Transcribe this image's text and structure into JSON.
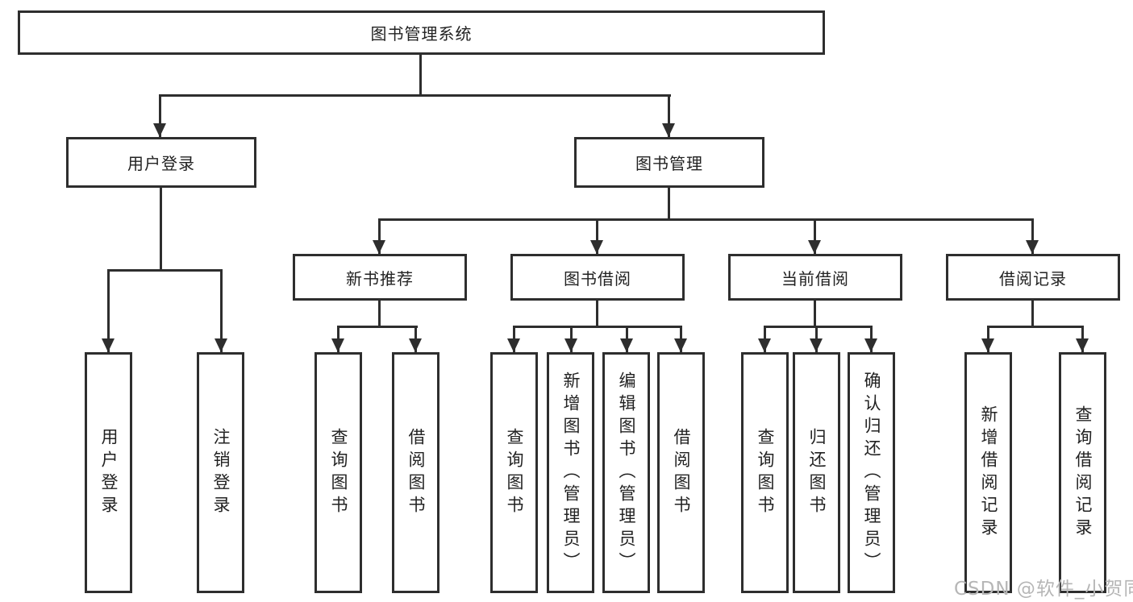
{
  "tree": {
    "root": "图书管理系统",
    "branches": [
      {
        "label": "用户登录",
        "children": [
          "用户登录",
          "注销登录"
        ]
      },
      {
        "label": "图书管理",
        "children": [
          {
            "label": "新书推荐",
            "children": [
              "查询图书",
              "借阅图书"
            ]
          },
          {
            "label": "图书借阅",
            "children": [
              "查询图书",
              "新增图书（管理员）",
              "编辑图书（管理员）",
              "借阅图书"
            ]
          },
          {
            "label": "当前借阅",
            "children": [
              "查询图书",
              "归还图书",
              "确认归还（管理员）"
            ]
          },
          {
            "label": "借阅记录",
            "children": [
              "新增借阅记录",
              "查询借阅记录"
            ]
          }
        ]
      }
    ]
  },
  "watermark": {
    "text": "CSDN @软件_小贺同学"
  },
  "colors": {
    "line": "#2e2e2e",
    "box_background": "#ffffff",
    "text": "#222222",
    "watermark": "#b6b6b6"
  }
}
